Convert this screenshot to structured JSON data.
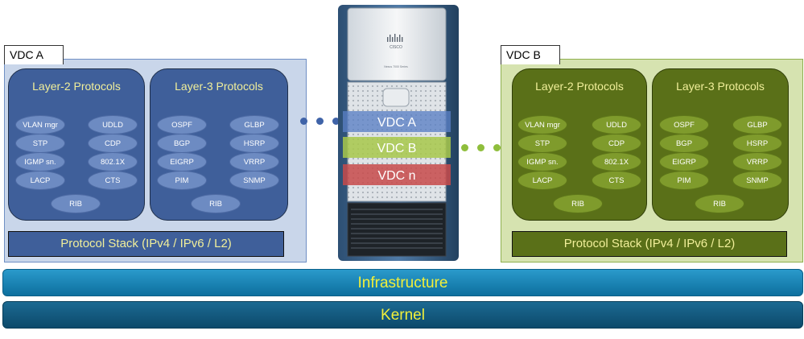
{
  "vdc_a": {
    "tab_label": "VDC A",
    "layer2": {
      "title": "Layer-2 Protocols",
      "protocols": [
        "VLAN mgr",
        "UDLD",
        "STP",
        "CDP",
        "IGMP sn.",
        "802.1X",
        "LACP",
        "CTS",
        "RIB"
      ]
    },
    "layer3": {
      "title": "Layer-3 Protocols",
      "protocols": [
        "OSPF",
        "GLBP",
        "BGP",
        "HSRP",
        "EIGRP",
        "VRRP",
        "PIM",
        "SNMP",
        "RIB"
      ]
    },
    "stack_label": "Protocol Stack (IPv4 / IPv6 / L2)"
  },
  "vdc_b": {
    "tab_label": "VDC B",
    "layer2": {
      "title": "Layer-2 Protocols",
      "protocols": [
        "VLAN mgr",
        "UDLD",
        "STP",
        "CDP",
        "IGMP sn.",
        "802.1X",
        "LACP",
        "CTS",
        "RIB"
      ]
    },
    "layer3": {
      "title": "Layer-3 Protocols",
      "protocols": [
        "OSPF",
        "GLBP",
        "BGP",
        "HSRP",
        "EIGRP",
        "VRRP",
        "PIM",
        "SNMP",
        "RIB"
      ]
    },
    "stack_label": "Protocol Stack (IPv4 / IPv6 / L2)"
  },
  "chassis": {
    "brand_logo": "CISCO",
    "model_text": "Nexus 7000 Series",
    "slices": [
      "VDC A",
      "VDC B",
      "VDC n"
    ]
  },
  "infrastructure_label": "Infrastructure",
  "kernel_label": "Kernel",
  "colors": {
    "vdc_a_panel": "#c9d6ea",
    "vdc_a_box": "#3f5f9a",
    "vdc_b_panel": "#d6e3b0",
    "vdc_b_box": "#5a7018",
    "slice_a": "#5a7fc4",
    "slice_b": "#a8c84a",
    "slice_n": "#c84a4a",
    "label_text": "#f1ef9a",
    "infrastructure": "#1a86b8",
    "kernel": "#14587c"
  }
}
